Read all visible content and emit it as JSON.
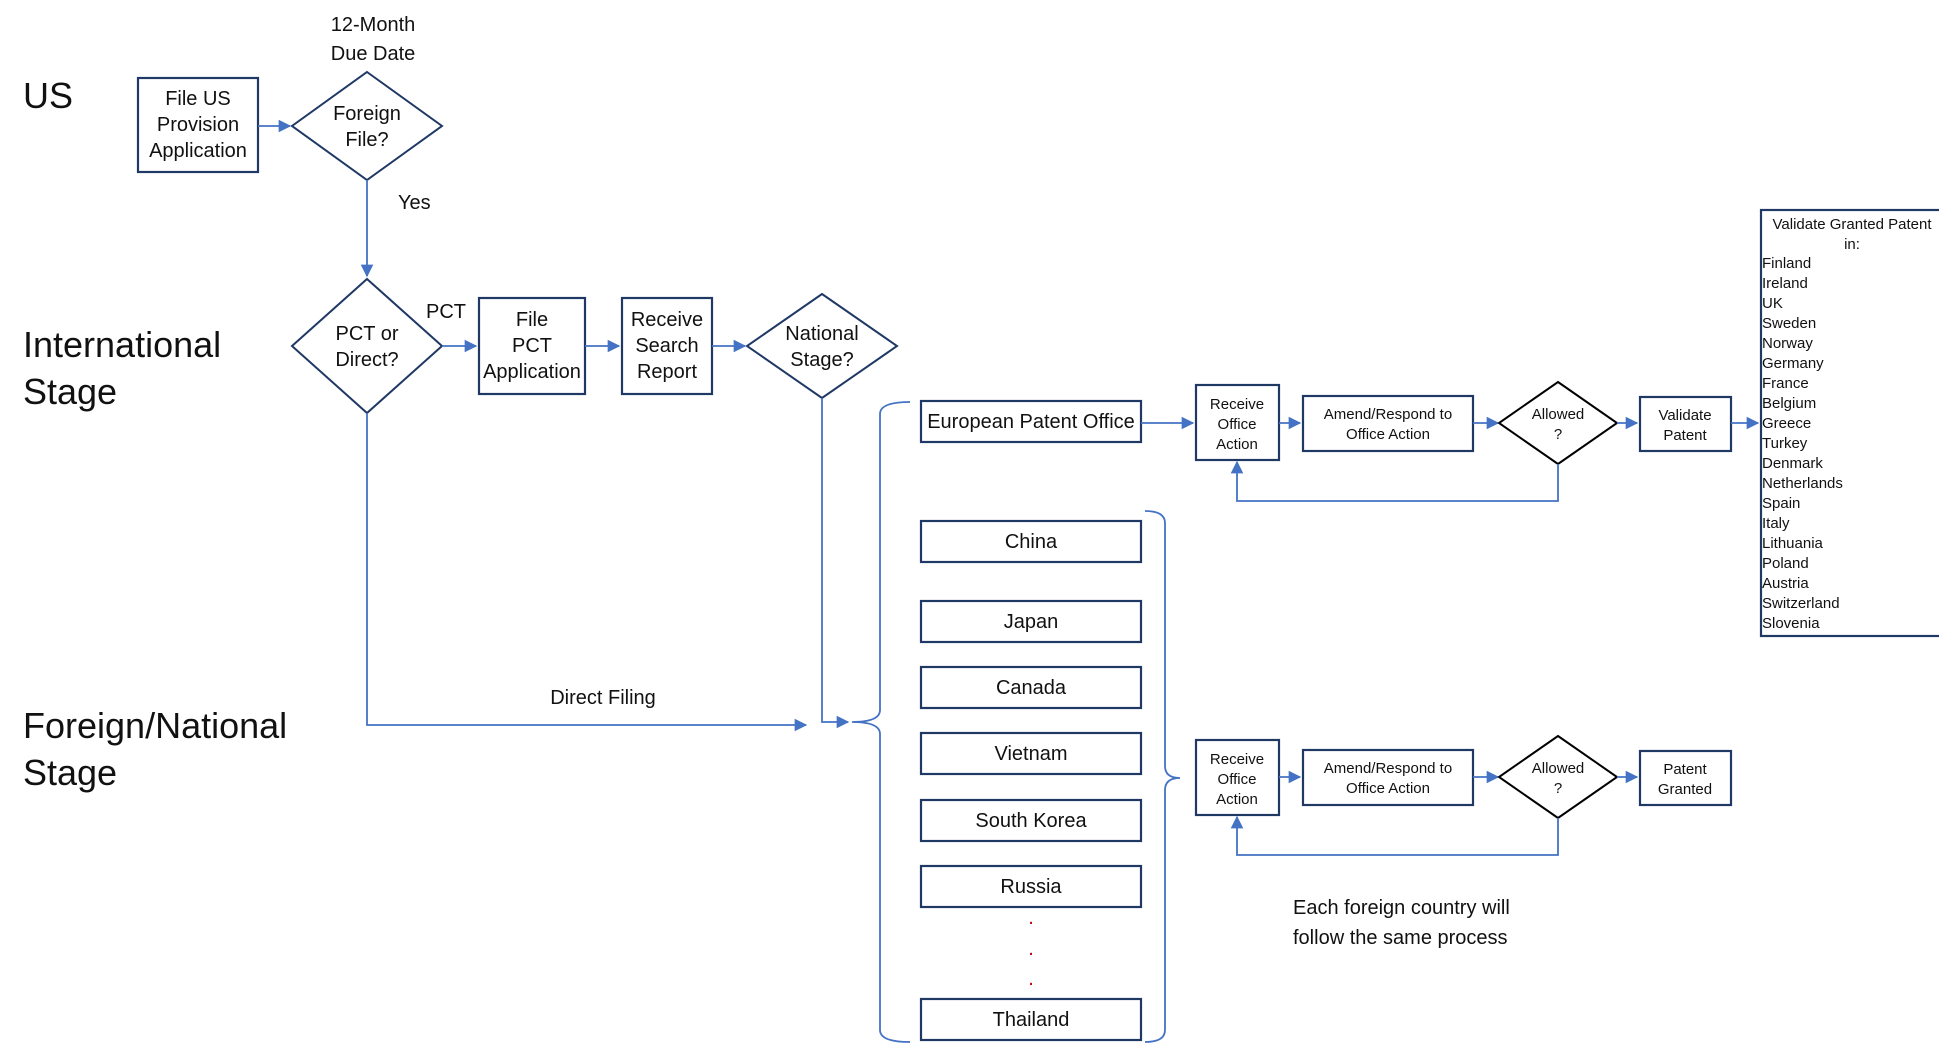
{
  "stages": {
    "us": "US",
    "international": [
      "International",
      "Stage"
    ],
    "foreign": [
      "Foreign/National",
      "Stage"
    ]
  },
  "us_flow": {
    "file_us": [
      "File US",
      "Provision",
      "Application"
    ],
    "due_date": [
      "12-Month",
      "Due Date"
    ],
    "foreign_file": [
      "Foreign",
      "File?"
    ],
    "yes": "Yes"
  },
  "intl_flow": {
    "pct_or_direct": [
      "PCT or",
      "Direct?"
    ],
    "pct": "PCT",
    "file_pct": [
      "File",
      "PCT",
      "Application"
    ],
    "search_report": [
      "Receive",
      "Search",
      "Report"
    ],
    "national_stage": [
      "National",
      "Stage?"
    ],
    "direct_filing": "Direct Filing"
  },
  "epo_flow": {
    "office": "European Patent Office",
    "receive": [
      "Receive",
      "Office",
      "Action"
    ],
    "amend": [
      "Amend/Respond to",
      "Office Action"
    ],
    "allowed": [
      "Allowed",
      "?"
    ],
    "validate": [
      "Validate",
      "Patent"
    ]
  },
  "validation": {
    "title": [
      "Validate Granted Patent",
      "in:"
    ],
    "countries": [
      "Finland",
      "Ireland",
      "UK",
      "Sweden",
      "Norway",
      "Germany",
      "France",
      "Belgium",
      "Greece",
      "Turkey",
      "Denmark",
      "Netherlands",
      "Spain",
      "Italy",
      "Lithuania",
      "Poland",
      "Austria",
      "Switzerland",
      "Slovenia"
    ]
  },
  "national_offices": [
    "China",
    "Japan",
    "Canada",
    "Vietnam",
    "South Korea",
    "Russia",
    "Thailand"
  ],
  "ellipsis": [
    ".",
    ".",
    "."
  ],
  "national_flow": {
    "receive": [
      "Receive",
      "Office",
      "Action"
    ],
    "amend": [
      "Amend/Respond to",
      "Office Action"
    ],
    "allowed": [
      "Allowed",
      "?"
    ],
    "granted": [
      "Patent",
      "Granted"
    ]
  },
  "note": [
    "Each foreign country will",
    "follow the same process"
  ],
  "colors": {
    "box_stroke": "#1f3864",
    "connector": "#4472c4",
    "dots": "#c00000"
  }
}
